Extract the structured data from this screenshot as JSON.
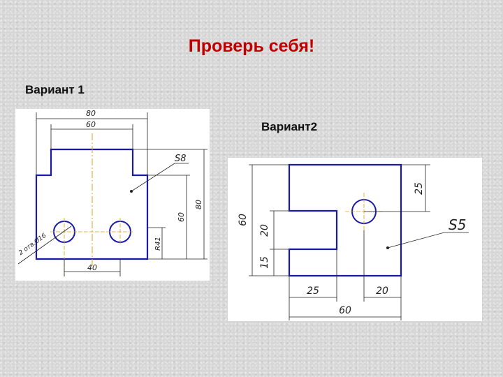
{
  "title": "Проверь себя!",
  "variant1": {
    "label": "Вариант 1",
    "dims": {
      "top1": "80",
      "top2": "60",
      "s": "S8",
      "h_outer": "80",
      "h_inner": "60",
      "h_small": "R41",
      "bottom": "40",
      "holes": "2 отв.Ø16"
    }
  },
  "variant2": {
    "label": "Вариант2",
    "dims": {
      "d25_right": "25",
      "s": "S5",
      "d60_left": "60",
      "d20_left": "20",
      "d15_left": "15",
      "d25_bottom": "25",
      "d20_bottom": "20",
      "d60_bottom": "60"
    }
  },
  "colors": {
    "title": "#c00000",
    "outline": "#1a1aa8",
    "centerline": "#e0a020",
    "dimension": "#222222"
  }
}
